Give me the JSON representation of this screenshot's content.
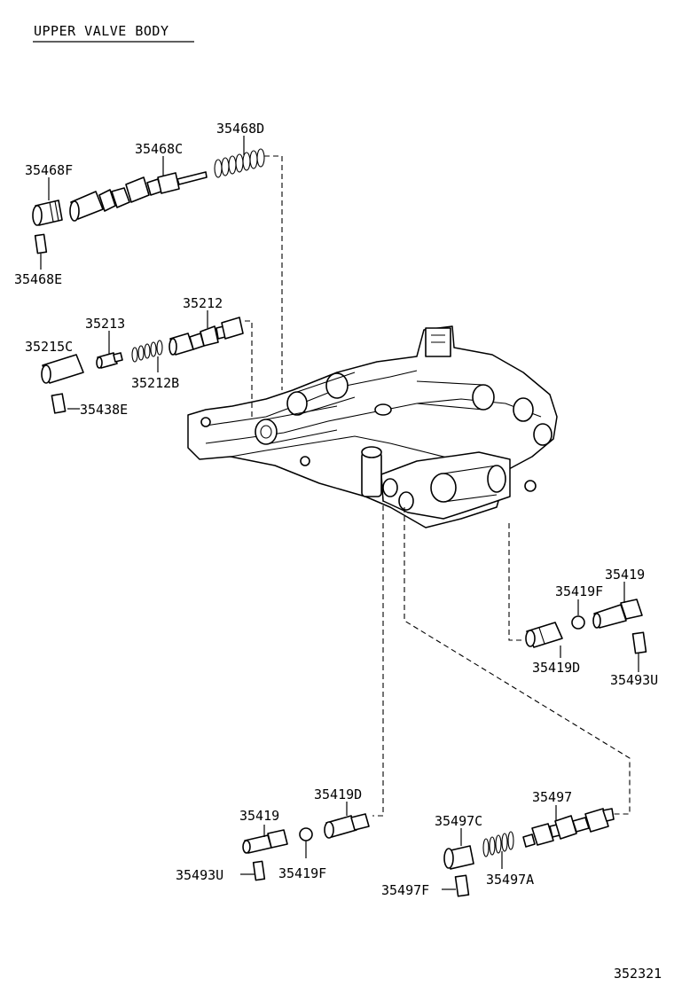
{
  "title": "UPPER VALVE BODY",
  "figure_number": "352321",
  "labels": {
    "p35468D": "35468D",
    "p35468C": "35468C",
    "p35468F": "35468F",
    "p35468E": "35468E",
    "p35212": "35212",
    "p35213": "35213",
    "p35215C": "35215C",
    "p35212B": "35212B",
    "p35438E": "35438E",
    "p35419_right": "35419",
    "p35419F_right": "35419F",
    "p35419D_right": "35419D",
    "p35493U_right": "35493U",
    "p35419D_bottom": "35419D",
    "p35419_bottom": "35419",
    "p35493U_bottom": "35493U",
    "p35419F_bottom": "35419F",
    "p35497": "35497",
    "p35497C": "35497C",
    "p35497A": "35497A",
    "p35497F": "35497F"
  }
}
